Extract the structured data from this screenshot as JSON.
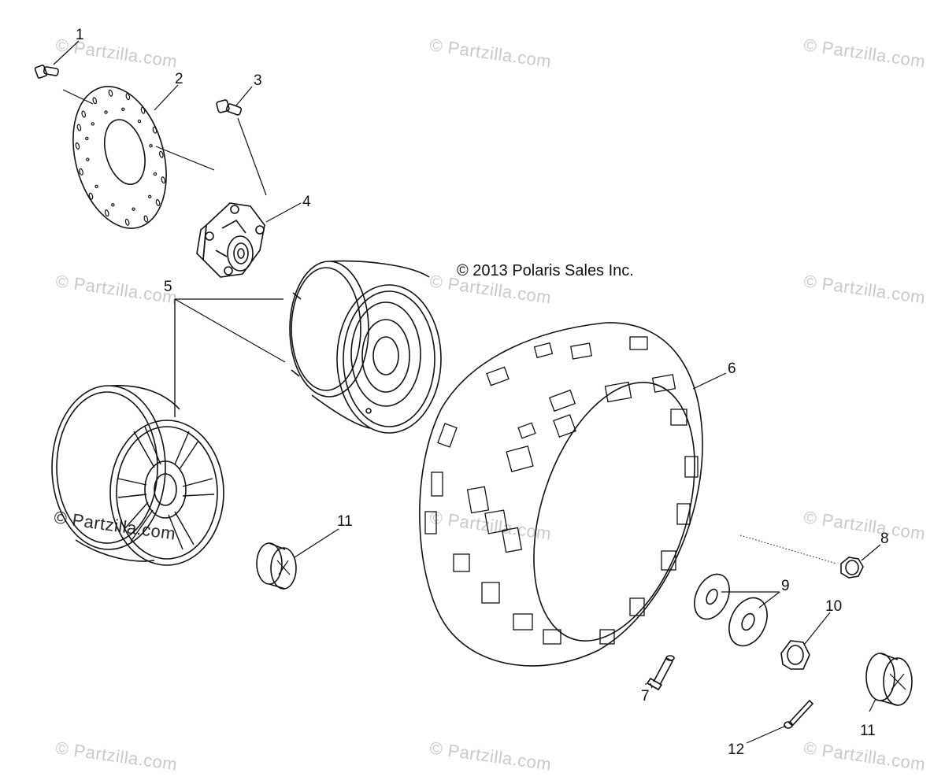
{
  "copyright": "© 2013 Polaris Sales Inc.",
  "watermark": "© Partzilla.com",
  "callouts": [
    "1",
    "2",
    "3",
    "4",
    "5",
    "6",
    "7",
    "8",
    "9",
    "10",
    "11",
    "11",
    "12"
  ],
  "colors": {
    "line": "#111111",
    "watermark": "#c9c9c9"
  }
}
